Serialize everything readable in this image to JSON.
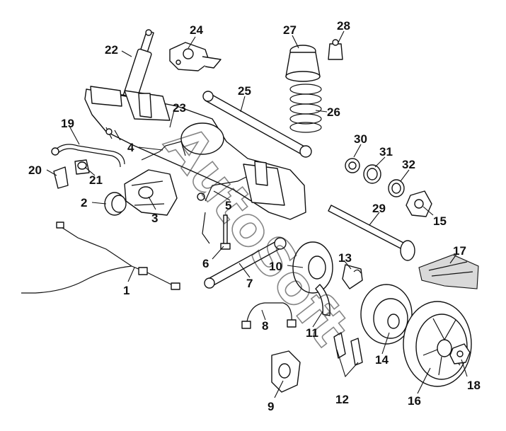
{
  "diagram": {
    "watermark": "AutoSoft",
    "callouts": [
      {
        "id": "p1",
        "label": "1"
      },
      {
        "id": "p2",
        "label": "2"
      },
      {
        "id": "p3",
        "label": "3"
      },
      {
        "id": "p4",
        "label": "4"
      },
      {
        "id": "p5",
        "label": "5"
      },
      {
        "id": "p6",
        "label": "6"
      },
      {
        "id": "p7",
        "label": "7"
      },
      {
        "id": "p8",
        "label": "8"
      },
      {
        "id": "p9",
        "label": "9"
      },
      {
        "id": "p10",
        "label": "10"
      },
      {
        "id": "p11",
        "label": "11"
      },
      {
        "id": "p12",
        "label": "12"
      },
      {
        "id": "p13",
        "label": "13"
      },
      {
        "id": "p14",
        "label": "14"
      },
      {
        "id": "p15",
        "label": "15"
      },
      {
        "id": "p16",
        "label": "16"
      },
      {
        "id": "p17",
        "label": "17"
      },
      {
        "id": "p18",
        "label": "18"
      },
      {
        "id": "p19",
        "label": "19"
      },
      {
        "id": "p20",
        "label": "20"
      },
      {
        "id": "p21",
        "label": "21"
      },
      {
        "id": "p22",
        "label": "22"
      },
      {
        "id": "p23",
        "label": "23"
      },
      {
        "id": "p24",
        "label": "24"
      },
      {
        "id": "p25",
        "label": "25"
      },
      {
        "id": "p26",
        "label": "26"
      },
      {
        "id": "p27",
        "label": "27"
      },
      {
        "id": "p28",
        "label": "28"
      },
      {
        "id": "p29",
        "label": "29"
      },
      {
        "id": "p30",
        "label": "30"
      },
      {
        "id": "p31",
        "label": "31"
      },
      {
        "id": "p32",
        "label": "32"
      }
    ]
  }
}
